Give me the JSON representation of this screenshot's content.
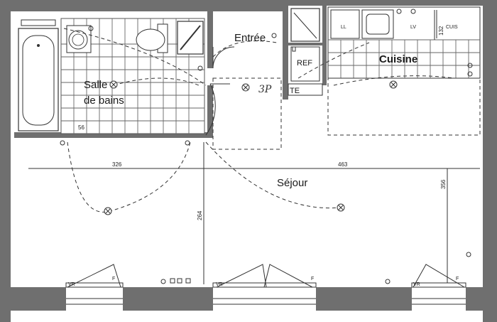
{
  "rooms": {
    "bathroom_line1": "Salle",
    "bathroom_line2": "de bains",
    "entrance": "Entrée",
    "kitchen": "Cuisine",
    "living": "Séjour"
  },
  "fixtures": {
    "fridge": "REF",
    "te": "TE",
    "ll": "LL",
    "lv": "LV",
    "cuis": "CUIS"
  },
  "dimensions": {
    "living_left_width": "326",
    "living_right_width": "463",
    "living_depth": "264",
    "right_height": "356",
    "kitchen_counter": "132",
    "bath_small": "56"
  },
  "annotations": {
    "handwritten": "3P"
  },
  "window_labels": {
    "vr": "VR",
    "f": "F"
  }
}
